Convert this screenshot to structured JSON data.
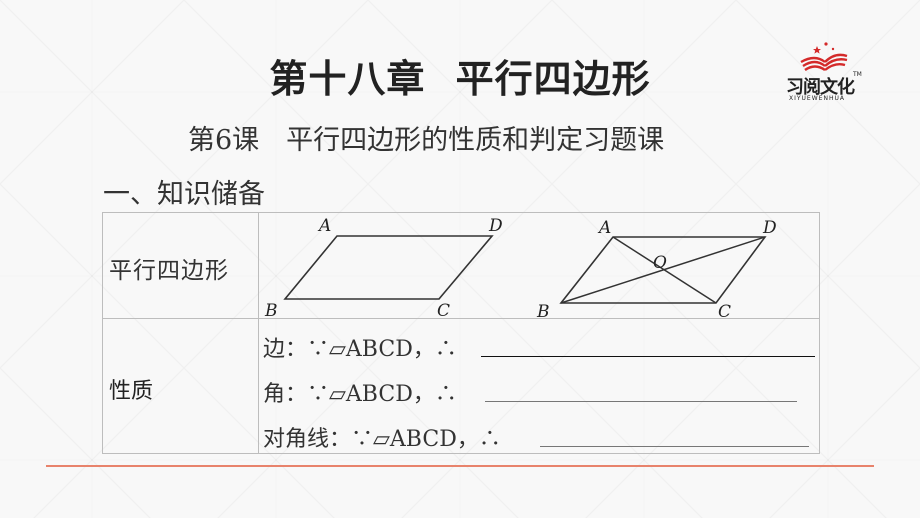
{
  "header": {
    "chapter": "第十八章",
    "chapter_title": "平行四边形",
    "lesson": "第6课　平行四边形的性质和判定习题课",
    "section": "一、知识储备"
  },
  "logo": {
    "brand": "习阅文化",
    "pinyin": "XIYUEWENHUA",
    "trademark": "TM",
    "accent_color": "#d42a2a"
  },
  "table": {
    "row1": {
      "label": "平行四边形",
      "figure1": {
        "labels": [
          "A",
          "D",
          "B",
          "C"
        ]
      },
      "figure2": {
        "labels": [
          "A",
          "D",
          "O",
          "B",
          "C"
        ]
      }
    },
    "row2": {
      "label": "性质",
      "properties": [
        {
          "text": "边：∵▱ABCD，∴",
          "answer": ""
        },
        {
          "text": "角：∵▱ABCD，∴",
          "answer": ""
        },
        {
          "text": "对角线：∵▱ABCD，∴",
          "answer": ""
        }
      ]
    }
  },
  "colors": {
    "divider": "#e8836c",
    "table_border": "#bdbdbd"
  }
}
